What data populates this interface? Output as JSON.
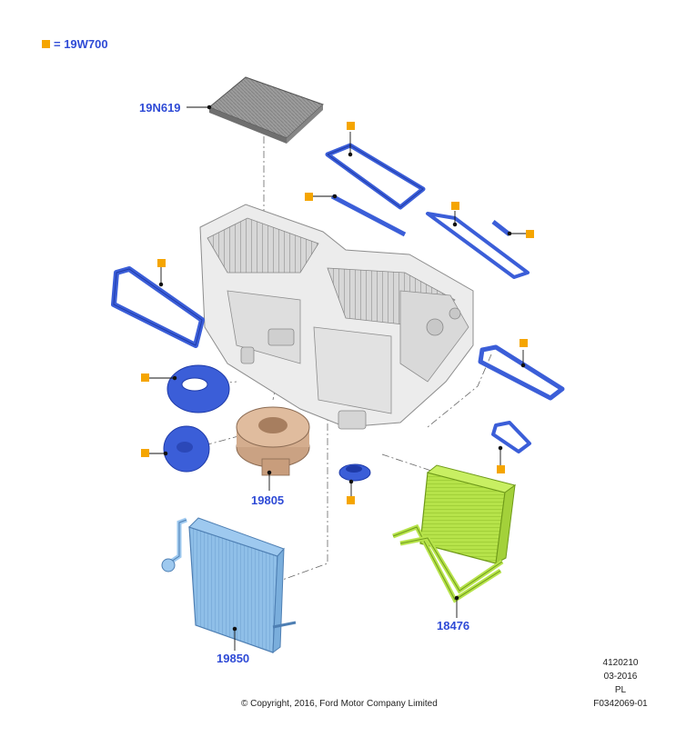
{
  "legend": {
    "symbol": "orange-square",
    "label": "= 19W700"
  },
  "callouts": {
    "filter": "19N619",
    "blower": "19805",
    "evaporator": "19850",
    "heater_core": "18476"
  },
  "footer": {
    "copyright": "© Copyright, 2016, Ford Motor Company Limited",
    "code1": "4120210",
    "date": "03-2016",
    "lang": "PL",
    "figure": "F0342069-01"
  },
  "colors": {
    "callout_text": "#2f4bd6",
    "seal_blue": "#3b5ed8",
    "marker_orange": "#f5a500",
    "heater_green": "#b6e34a",
    "evaporator_blue": "#8fbfe8",
    "housing_gray": "#e6e6e6"
  }
}
